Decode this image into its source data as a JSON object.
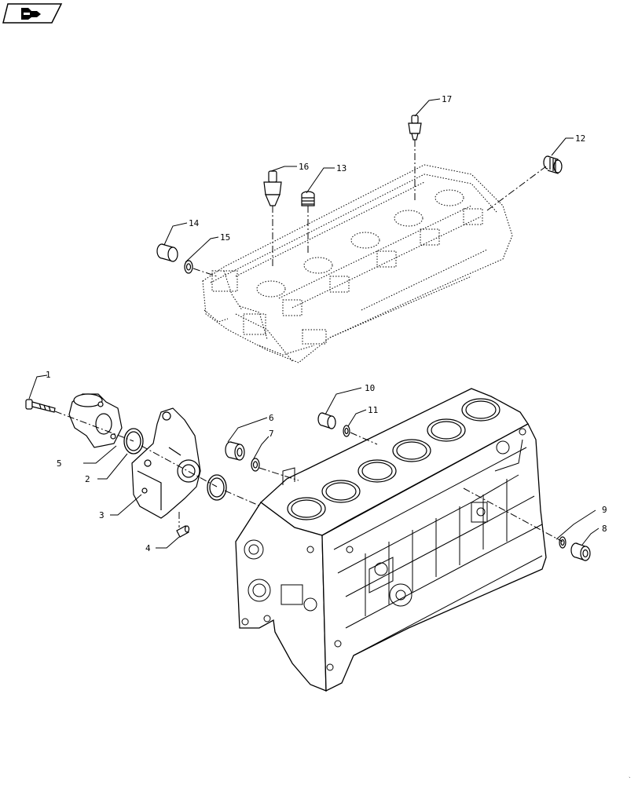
{
  "nav_badge": {
    "icon": "page-navigation-icon"
  },
  "callouts": [
    {
      "id": "c1",
      "text": "1"
    },
    {
      "id": "c2",
      "text": "2"
    },
    {
      "id": "c3",
      "text": "3"
    },
    {
      "id": "c4",
      "text": "4"
    },
    {
      "id": "c5",
      "text": "5"
    },
    {
      "id": "c6",
      "text": "6"
    },
    {
      "id": "c7",
      "text": "7"
    },
    {
      "id": "c8",
      "text": "8"
    },
    {
      "id": "c9",
      "text": "9"
    },
    {
      "id": "c10",
      "text": "10"
    },
    {
      "id": "c11",
      "text": "11"
    },
    {
      "id": "c12",
      "text": "12"
    },
    {
      "id": "c13",
      "text": "13"
    },
    {
      "id": "c14",
      "text": "14"
    },
    {
      "id": "c15",
      "text": "15"
    },
    {
      "id": "c16",
      "text": "16"
    },
    {
      "id": "c17",
      "text": "17"
    }
  ]
}
